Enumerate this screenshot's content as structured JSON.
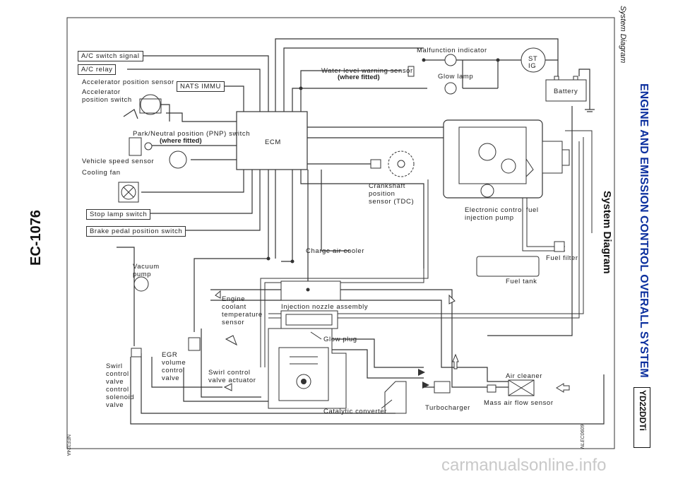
{
  "page": {
    "code": "EC-1076",
    "figure_code_right": "NLEC0609",
    "figure_code_left": "NEF324A",
    "running_head": "System Diagram",
    "side_title": "ENGINE AND EMISSION CONTROL OVERALL SYSTEM",
    "model_tag": "YD22DDTi",
    "title": "System Diagram",
    "watermark": "carmanualsonline.info"
  },
  "labels": {
    "ac_switch_signal": "A/C switch signal",
    "ac_relay": "A/C relay",
    "accel_pos_sensor": "Accelerator position sensor",
    "accel_pos_switch": "Accelerator\nposition switch",
    "nats_immu": "NATS IMMU",
    "pnp_switch": "Park/Neutral position (PNP) switch",
    "where_fitted_1": "(where fitted)",
    "vehicle_speed_sensor": "Vehicle speed sensor",
    "cooling_fan": "Cooling fan",
    "ecm": "ECM",
    "stop_lamp_switch": "Stop lamp switch",
    "brake_pedal_switch": "Brake pedal position switch",
    "malfunction_indicator": "Malfunction indicator",
    "water_level_sensor": "Water level warning sensor",
    "where_fitted_2": "(where fitted)",
    "glow_lamp": "Glow lamp",
    "ignition_st": "ST",
    "ignition_ig": "IG",
    "battery": "Battery",
    "crankshaft_sensor": "Crankshaft\nposition\nsensor (TDC)",
    "injection_pump": "Electronic control fuel\ninjection pump",
    "fuel_filter": "Fuel filter",
    "fuel_tank": "Fuel tank",
    "charge_air_cooler": "Charge air cooler",
    "vacuum_pump": "Vacuum\npump",
    "engine_coolant_sensor": "Engine\ncoolant\ntemperature\nsensor",
    "injection_nozzle": "Injection nozzle assembly",
    "glow_plug": "Glow plug",
    "egr_valve": "EGR\nvolume\ncontrol\nvalve",
    "swirl_actuator": "Swirl control\nvalve actuator",
    "swirl_solenoid": "Swirl\ncontrol\nvalve\ncontrol\nsolenoid\nvalve",
    "air_cleaner": "Air cleaner",
    "mass_air_flow": "Mass air flow sensor",
    "turbocharger": "Turbocharger",
    "catalytic_converter": "Catalytic converter"
  },
  "colors": {
    "side_title": "#0b2f9e",
    "line": "#333333",
    "watermark": "#c9c9c9"
  }
}
